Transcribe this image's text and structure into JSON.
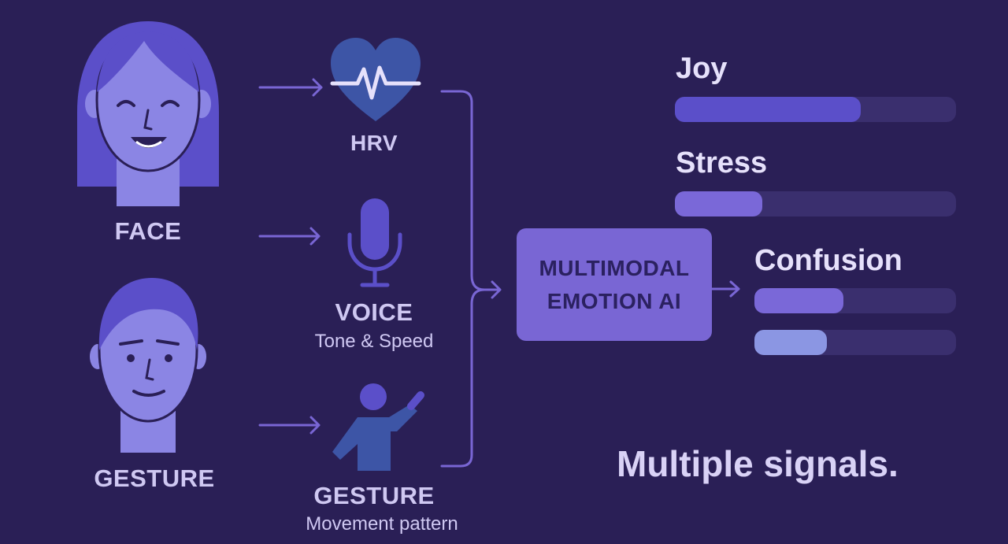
{
  "inputs": {
    "face_label": "FACE",
    "gesture_left_label": "GESTURE",
    "hrv_label": "HRV",
    "voice_label": "VOICE",
    "voice_sub": "Tone & Speed",
    "gesture_label": "GESTURE",
    "gesture_sub": "Movement pattern"
  },
  "ai_box": {
    "line1": "MULTIMODAL",
    "line2": "EMOTION AI"
  },
  "emotions": [
    {
      "label": "Joy",
      "level": 0.66,
      "color": "#5b4fc9"
    },
    {
      "label": "Stress",
      "level": 0.31,
      "color": "#7a68d8"
    },
    {
      "label": "Confusion",
      "level": 0.44,
      "color": "#7a68d8"
    },
    {
      "label": "",
      "level": 0.36,
      "color": "#8b96e3"
    }
  ],
  "tagline": "Multiple signals.",
  "colors": {
    "background": "#2a1f56",
    "accent": "#7966d4",
    "icon_primary": "#5b4fc9",
    "icon_secondary": "#3d55a6",
    "text": "#cfc8f2"
  },
  "icons": [
    "woman-face-icon",
    "man-face-icon",
    "heart-hrv-icon",
    "microphone-icon",
    "person-waving-icon"
  ]
}
